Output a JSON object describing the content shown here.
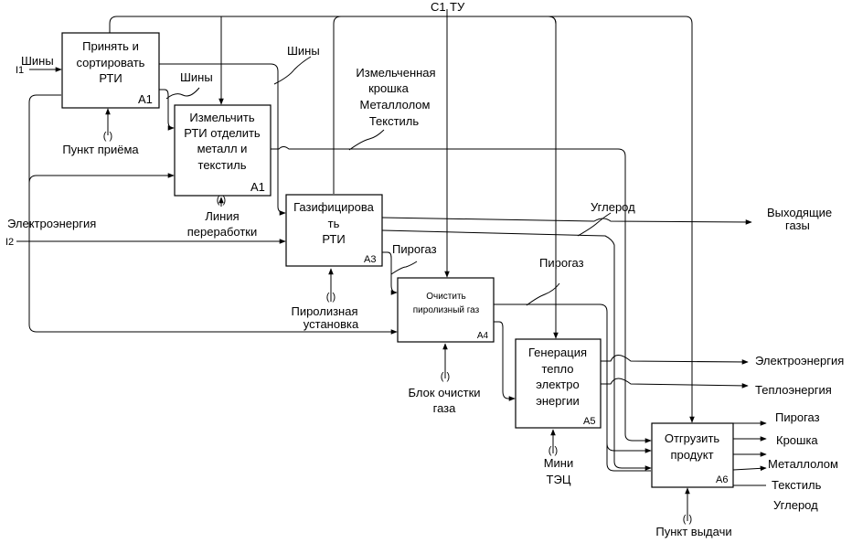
{
  "top_labels": {
    "c1": "C1",
    "ty": "ТУ"
  },
  "inputs": {
    "i1_code": "I1",
    "i1_label": "Шины",
    "i2_code": "I2",
    "i2_label": "Электроэнергия"
  },
  "blocks": {
    "a1": {
      "lines": [
        "Принять и",
        "сортировать",
        "РТИ"
      ],
      "id": "A1",
      "mechanism": "Пункт приёма"
    },
    "a2": {
      "lines": [
        "Измельчить",
        "РТИ отделить",
        "металл и",
        "текстиль"
      ],
      "id": "A1",
      "mechanism_lines": [
        "Линия",
        "переработки"
      ]
    },
    "a3": {
      "lines": [
        "Газифицирова",
        "ть",
        "РТИ"
      ],
      "id": "A3",
      "mechanism_lines": [
        "Пиролизная",
        "установка"
      ]
    },
    "a4": {
      "lines": [
        "Очистить",
        "пиролизный газ"
      ],
      "id": "A4",
      "mechanism_lines": [
        "Блок очистки",
        "газа"
      ]
    },
    "a5": {
      "lines": [
        "Генерация",
        "тепло",
        "электро",
        "энергии"
      ],
      "id": "A5",
      "mechanism_lines": [
        "Мини",
        "ТЭЦ"
      ]
    },
    "a6": {
      "lines": [
        "Отгрузить",
        "продукт"
      ],
      "id": "A6",
      "mechanism": "Пункт выдачи"
    }
  },
  "arrow_labels": {
    "shiny_a1_a2": "Шины",
    "shiny_a2_a3": "Шины",
    "crumb_lines": [
      "Измельченная",
      "крошка",
      "Металлолом",
      "Текстиль"
    ],
    "uglerod": "Углерод",
    "pirogaz_a3_a4": "Пирогаз",
    "pirogaz_a4_a5": "Пирогаз"
  },
  "outputs": {
    "gases_lines": [
      "Выходящие",
      "газы"
    ],
    "electricity": "Электроэнергия",
    "heat": "Теплоэнергия",
    "pirogaz": "Пирогаз",
    "kroshka": "Крошка",
    "metallolom": "Металлолом",
    "tekstil": "Текстиль",
    "uglerod": "Углерод"
  },
  "tunnel_marker": "( )"
}
